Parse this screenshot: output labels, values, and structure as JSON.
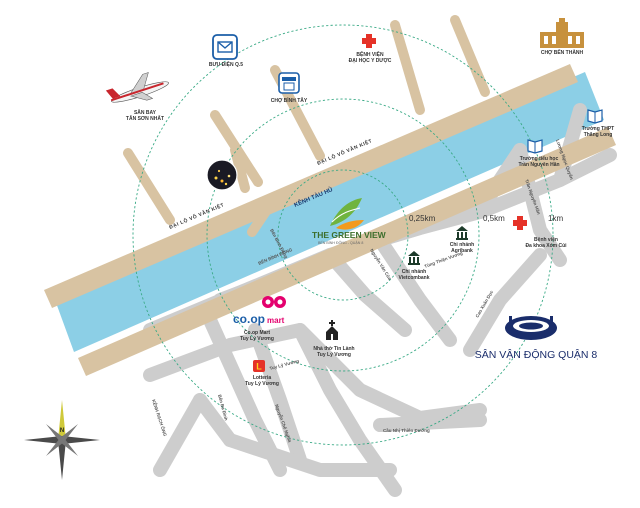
{
  "project": {
    "name": "THE GREEN VIEW",
    "address": "BẾN BÌNH ĐÔNG - QUẬN 8"
  },
  "water": {
    "name": "KÊNH TÀU HỦ"
  },
  "distances": {
    "inner": "0,25km",
    "middle": "0,5km",
    "outer": "1km"
  },
  "roads": {
    "vo_van_kiet_left": "ĐẠI LỘ VÕ VĂN KIỆT",
    "vo_van_kiet_right": "ĐẠI LỘ VÕ VĂN KIỆT",
    "ben_binh_dong": "BẾN BÌNH ĐÔNG",
    "ben_binh_dong_center": "Bến Bình Đông",
    "nguyen_van_cua": "Nguyễn Văn Của",
    "tung_thien_vuong": "Tùng Thiện Vương",
    "tran_nguyen_han": "Trần Nguyên Hãn",
    "luong_ngoc_quyen": "Lương Ngọc Quyến",
    "tuy_ly_vuong": "Tuy Lý Vương",
    "ben_ba_dinh": "Bến Ba Đình",
    "nguyen_che_nghia": "Nguyễn Chế Nghĩa",
    "cau_nhi_thien_duong": "Cầu Nhị Thiên Đường",
    "rach_ong": "KÊNH RẠCH ÔNG",
    "cao_xuan_duc": "Cao Xuân Dục"
  },
  "pois": {
    "airport": [
      "SÂN BAY",
      "TÂN SƠN NHẤT"
    ],
    "post_office": [
      "BƯU ĐIỆN Q.5"
    ],
    "hospital_ydu": [
      "BỆNH VIỆN",
      "ĐẠI HỌC Y DƯỢC"
    ],
    "cho_binh_tay": [
      "CHỢ BÌNH TÂY"
    ],
    "cho_ben_thanh": [
      "CHỢ BẾN THÀNH"
    ],
    "school_thpt": [
      "Trường THPT",
      "Thăng Long"
    ],
    "school_tieuhoc": [
      "Trường tiểu học",
      "Trần Nguyên Hãn"
    ],
    "agribank": [
      "Chi nhánh",
      "Agribank"
    ],
    "vietcombank": [
      "Chi nhánh",
      "Vietcombank"
    ],
    "hospital_xomcui": [
      "Bệnh viện",
      "Đa khoa Xóm Củi"
    ],
    "stadium": [
      "SÂN VẬN ĐỘNG QUẬN 8"
    ],
    "coop": [
      "Co.op Mart",
      "Tuy Lý Vương"
    ],
    "church": [
      "Nhà thờ Tin Lành",
      "Tuy Lý Vương"
    ],
    "lotteria": [
      "Lotteria",
      "Tuy Lý Vương"
    ]
  },
  "coop_brand": {
    "prefix": "co.op",
    "suffix": "mart"
  },
  "compass": {
    "north": "N"
  },
  "icons": [
    "plane-icon",
    "mail-icon",
    "hospital-cross-icon",
    "shop-icon",
    "market-building-icon",
    "book-icon",
    "bank-icon",
    "stadium-icon",
    "church-icon",
    "lotteria-icon",
    "coop-logo-icon",
    "leaf-logo-icon",
    "compass-icon",
    "night-city-photo"
  ],
  "colors": {
    "river": "#8ccfe6",
    "road_main": "#d8c3a2",
    "road_secondary": "#cfcfcf",
    "ring": "#3aaa86",
    "logo_green": "#6fb43f",
    "logo_orange": "#f39a1e",
    "cross_red": "#e53228",
    "coop_pink": "#e4006e"
  }
}
